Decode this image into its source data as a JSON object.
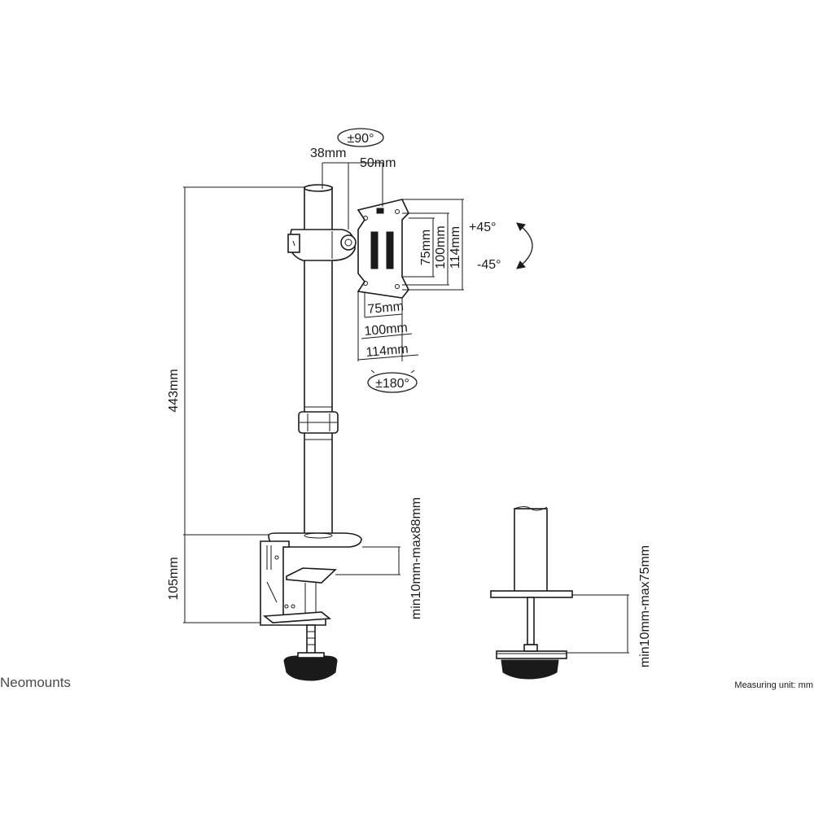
{
  "brand": "Neomounts",
  "measuring_unit": "Measuring unit: mm",
  "tilt": {
    "plus": "+45°",
    "minus": "-45°"
  },
  "rotation": {
    "top": "±90°",
    "bottom": "±180°"
  },
  "arm_offsets": {
    "left": "38mm",
    "right": "50mm"
  },
  "vesa_vertical": {
    "small": "75mm",
    "medium": "100mm",
    "large": "114mm"
  },
  "vesa_horizontal": {
    "small": "75mm",
    "medium": "100mm",
    "large": "114mm"
  },
  "pole_height": "443mm",
  "clamp_height": "105mm",
  "clamp_thickness": "min10mm-max88mm",
  "grommet_thickness": "min10mm-max75mm"
}
